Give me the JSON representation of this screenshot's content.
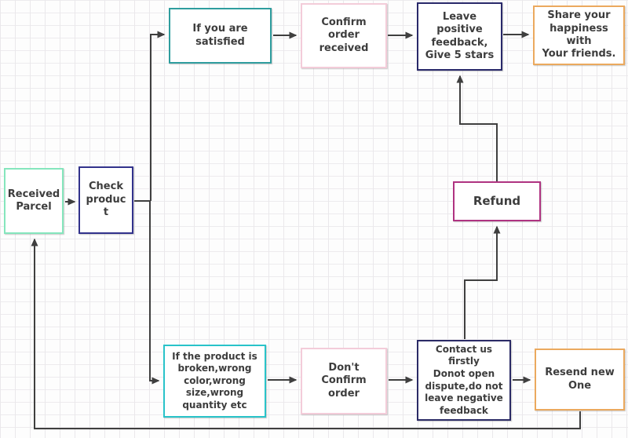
{
  "canvas": {
    "connector_color": "#3f3f3f"
  },
  "boxes": [
    {
      "id": "received-parcel",
      "label": "Received\nParcel",
      "border": "#85e6bd"
    },
    {
      "id": "check-product",
      "label": "Check\nproduc\nt",
      "border": "#32328c"
    },
    {
      "id": "if-satisfied",
      "label": "If you are\nsatisfied",
      "border": "#2f9d9e"
    },
    {
      "id": "confirm-order",
      "label": "Confirm\norder\nreceived",
      "border": "#f3ccd9"
    },
    {
      "id": "leave-feedback",
      "label": "Leave\npositive\nfeedback,\nGive 5 stars",
      "border": "#29296a"
    },
    {
      "id": "share-happiness",
      "label": "Share your\nhappiness\nwith\nYour friends.",
      "border": "#eba95e"
    },
    {
      "id": "refund",
      "label": "Refund",
      "border": "#af3381"
    },
    {
      "id": "product-broken",
      "label": "If the product is\nbroken,wrong\ncolor,wrong\nsize,wrong\nquantity etc",
      "border": "#29c3c9"
    },
    {
      "id": "dont-confirm",
      "label": "Don't\nConfirm\norder",
      "border": "#f3ccd9"
    },
    {
      "id": "contact-us",
      "label": "Contact us\nfirstly\nDonot open\ndispute,do not\nleave negative\nfeedback",
      "border": "#2b2b66"
    },
    {
      "id": "resend-new",
      "label": "Resend new\nOne",
      "border": "#eba95e"
    }
  ]
}
